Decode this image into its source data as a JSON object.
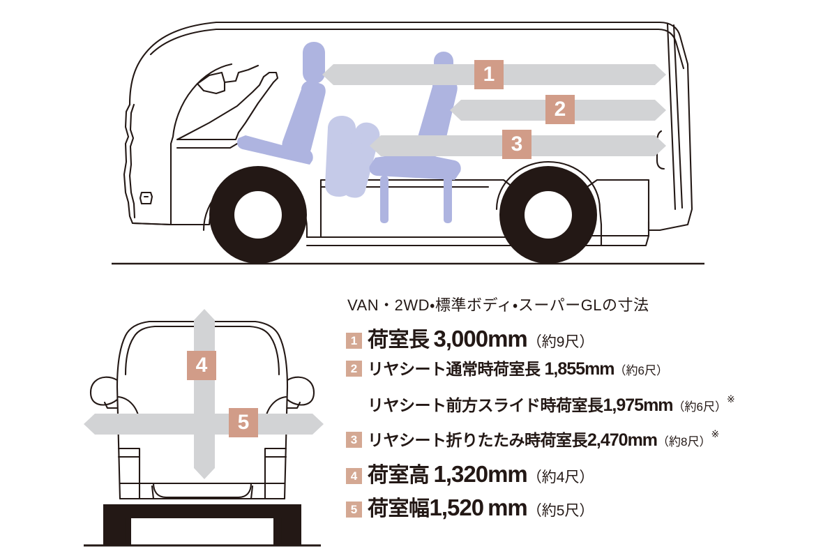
{
  "colors": {
    "badge_drawing": "#d19c88",
    "badge_legend": "#d4a893",
    "arrow_gray": "#d2d3d5",
    "seat_blue": "#aeb4e0",
    "seat_blue_light": "#c5cae8",
    "outline": "#231815",
    "background": "#ffffff"
  },
  "side_view": {
    "arrow_badges": [
      {
        "number": "1"
      },
      {
        "number": "2"
      },
      {
        "number": "3"
      }
    ]
  },
  "rear_view": {
    "arrow_badges": [
      {
        "number": "4"
      },
      {
        "number": "5"
      }
    ]
  },
  "legend": {
    "title": "VAN・2WD・標準ボディ・スーパーGLの寸法",
    "rows": [
      {
        "badge": "1",
        "label": "荷室長",
        "value": "3,000",
        "unit": "mm",
        "paren": "（約9尺）",
        "asterisk": "",
        "size": "big"
      },
      {
        "badge": "2",
        "label": "リヤシート通常時荷室長",
        "value": "1,855",
        "unit": "mm",
        "paren": "（約6尺）",
        "asterisk": "",
        "size": "mid"
      },
      {
        "badge": "",
        "label": "リヤシート前方スライド時荷室長",
        "value": "1,975",
        "unit": "mm",
        "paren": "（約6尺）",
        "asterisk": "※",
        "size": "mid"
      },
      {
        "badge": "3",
        "label": "リヤシート折りたたみ時荷室長",
        "value": "2,470",
        "unit": "mm",
        "paren": "（約8尺）",
        "asterisk": "※",
        "size": "mid"
      },
      {
        "badge": "4",
        "label": "荷室高",
        "value": "1,320",
        "unit": "mm",
        "paren": "（約4尺）",
        "asterisk": "",
        "size": "big"
      },
      {
        "badge": "5",
        "label": "荷室幅",
        "value": "1,520",
        "unit": "mm",
        "paren": "（約5尺）",
        "asterisk": "",
        "size": "big"
      }
    ]
  }
}
